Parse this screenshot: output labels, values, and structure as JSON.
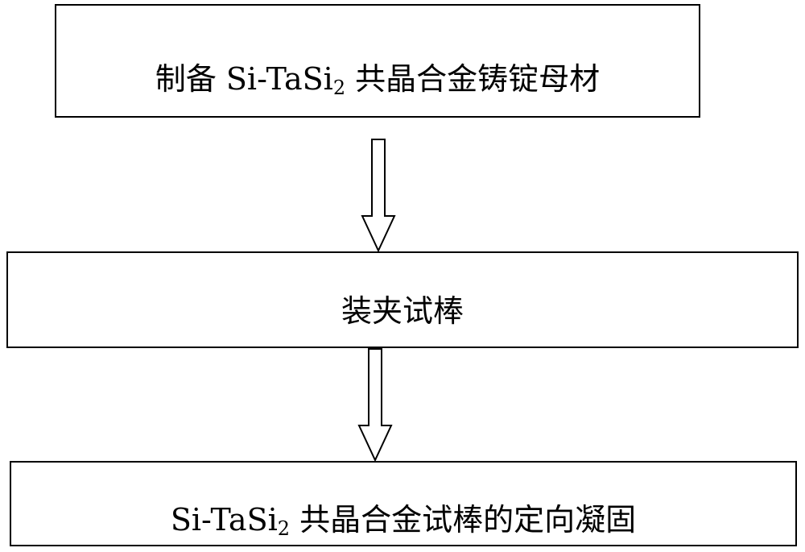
{
  "flowchart": {
    "step1": {
      "prefix": "制备 Si-TaSi",
      "subscript": "2",
      "suffix": " 共晶合金铸锭母材"
    },
    "step2": {
      "text": "装夹试棒"
    },
    "step3": {
      "prefix": "Si-TaSi",
      "subscript": "2",
      "suffix": " 共晶合金试棒的定向凝固"
    }
  }
}
